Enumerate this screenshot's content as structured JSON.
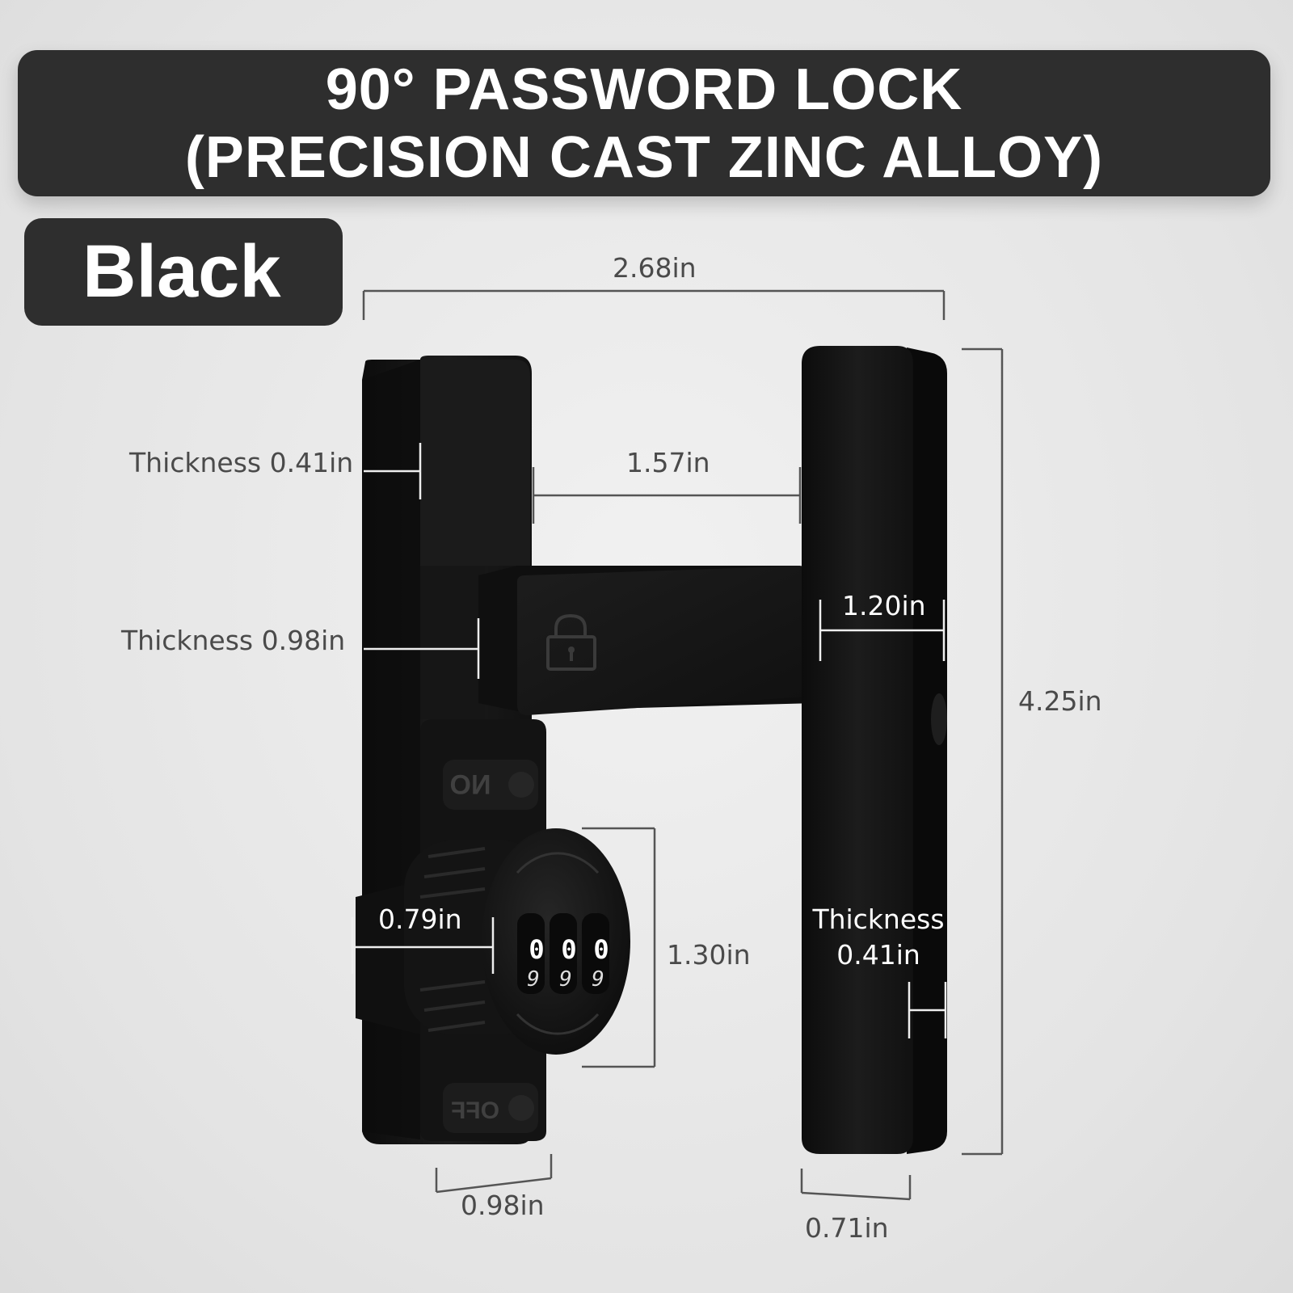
{
  "header": {
    "title_line1": "90° PASSWORD LOCK",
    "title_line2": "(PRECISION CAST ZINC ALLOY)"
  },
  "badge": {
    "color_label": "Black"
  },
  "lock": {
    "switch_on_label": "ON",
    "switch_off_label": "OFF",
    "dials": [
      "0",
      "0",
      "0"
    ],
    "dials_below": [
      "9",
      "9",
      "9"
    ]
  },
  "dimensions": {
    "overall_width": "2.68in",
    "gap_width": "1.57in",
    "top_thickness": "Thickness 0.41in",
    "mid_thickness": "Thickness 0.98in",
    "arm_width": "1.20in",
    "height": "4.25in",
    "dial_depth": "0.79in",
    "dial_diameter": "1.30in",
    "right_thickness_word": "Thickness",
    "right_thickness_value": "0.41in",
    "left_bottom_width": "0.98in",
    "right_bottom_width": "0.71in"
  },
  "colors": {
    "background": "#e4e4e4",
    "banner": "#2e2e2e",
    "product": "#151515",
    "text": "#4a4a4a"
  }
}
